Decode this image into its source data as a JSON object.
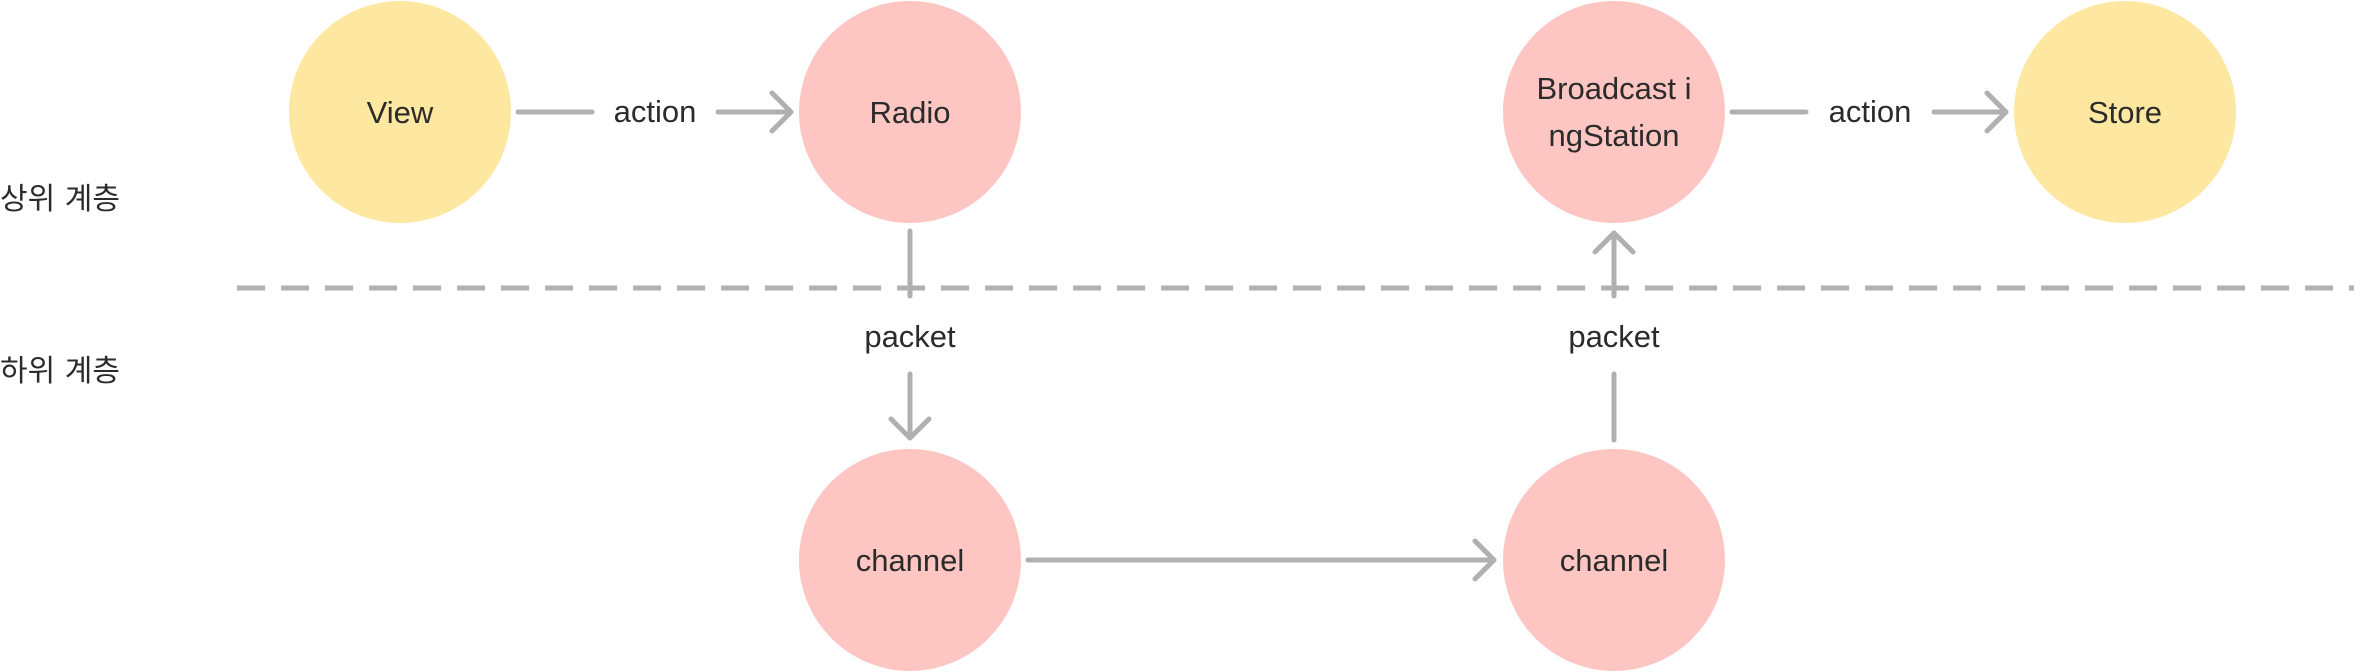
{
  "layers": {
    "upper": "상위 계층",
    "lower": "하위 계층"
  },
  "nodes": {
    "view": "View",
    "radio": "Radio",
    "broadcasting_station": "Broadcast ingStation",
    "store": "Store",
    "channel_send": "channel",
    "channel_receive": "channel"
  },
  "edges": {
    "view_to_radio": "action",
    "radio_to_channel": "packet",
    "channel_to_station": "packet",
    "station_to_store": "action"
  },
  "colors": {
    "app_node": "#fee8a1",
    "core_node": "#fec6c2",
    "line": "#b0b0b0",
    "text": "#2b2b2b"
  }
}
